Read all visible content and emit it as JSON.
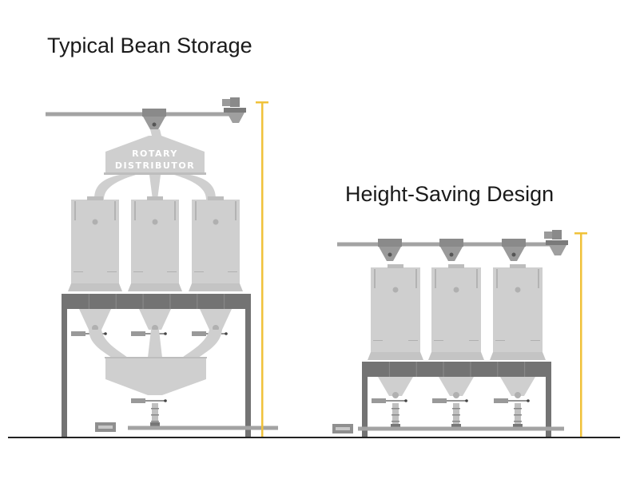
{
  "diagrams": [
    {
      "title": "Typical Bean Storage",
      "distributor_label_line1": "ROTARY",
      "distributor_label_line2": "DISTRIBUTOR",
      "silo_count": 3
    },
    {
      "title": "Height-Saving Design",
      "silo_count": 3
    }
  ],
  "colors": {
    "silo": "#cfcfcf",
    "frame": "#737373",
    "pipe": "#a3a3a3",
    "dimension": "#f0c23a",
    "ground": "#222222"
  }
}
